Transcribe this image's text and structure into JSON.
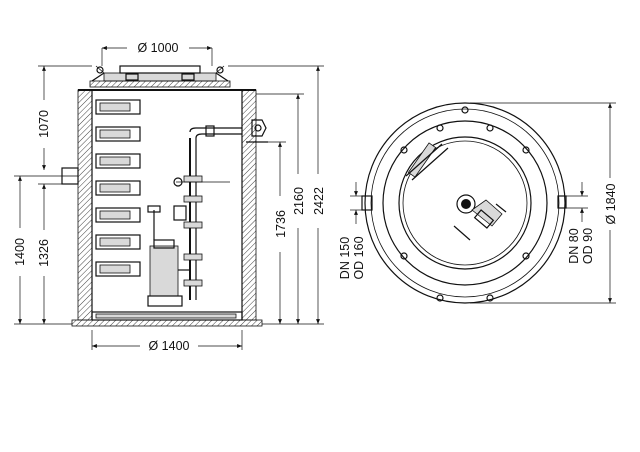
{
  "drawing": {
    "dims": {
      "top_diameter": "Ø 1000",
      "base_diameter": "Ø 1400",
      "height_1070": "1070",
      "height_1400": "1400",
      "height_1326": "1326",
      "height_1736": "1736",
      "height_2160": "2160",
      "height_2422": "2422",
      "outer_diameter": "Ø 1840",
      "inlet_dn": "DN 150",
      "inlet_od": "OD 160",
      "outlet_dn": "DN 80",
      "outlet_od": "OD 90"
    },
    "icons": {
      "side_view": "tank-side-section",
      "top_view": "tank-top-plan"
    }
  }
}
